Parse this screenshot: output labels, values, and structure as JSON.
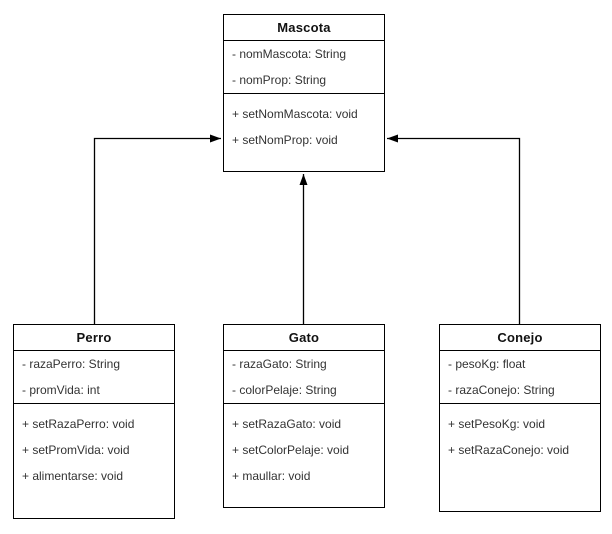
{
  "diagram": {
    "type": "uml-class-diagram",
    "classes": [
      {
        "name": "Mascota",
        "attributes": [
          "- nomMascota: String",
          "- nomProp: String"
        ],
        "methods": [
          "+ setNomMascota: void",
          "+ setNomProp: void"
        ]
      },
      {
        "name": "Perro",
        "attributes": [
          "- razaPerro: String",
          "- promVida: int"
        ],
        "methods": [
          "+ setRazaPerro: void",
          "+ setPromVida: void",
          "+ alimentarse: void"
        ]
      },
      {
        "name": "Gato",
        "attributes": [
          "- razaGato: String",
          "- colorPelaje: String"
        ],
        "methods": [
          "+ setRazaGato: void",
          "+ setColorPelaje: void",
          "+ maullar: void"
        ]
      },
      {
        "name": "Conejo",
        "attributes": [
          "- pesoKg: float",
          "- razaConejo: String"
        ],
        "methods": [
          "+ setPesoKg: void",
          "+ setRazaConejo: void"
        ]
      }
    ],
    "relations": [
      {
        "from": "Perro",
        "to": "Mascota",
        "type": "generalization-arrow"
      },
      {
        "from": "Gato",
        "to": "Mascota",
        "type": "generalization-arrow"
      },
      {
        "from": "Conejo",
        "to": "Mascota",
        "type": "generalization-arrow"
      }
    ],
    "colors": {
      "background": "#ffffff",
      "border": "#000000",
      "line": "#000000",
      "text": "#333333",
      "title_text": "#111111"
    }
  }
}
